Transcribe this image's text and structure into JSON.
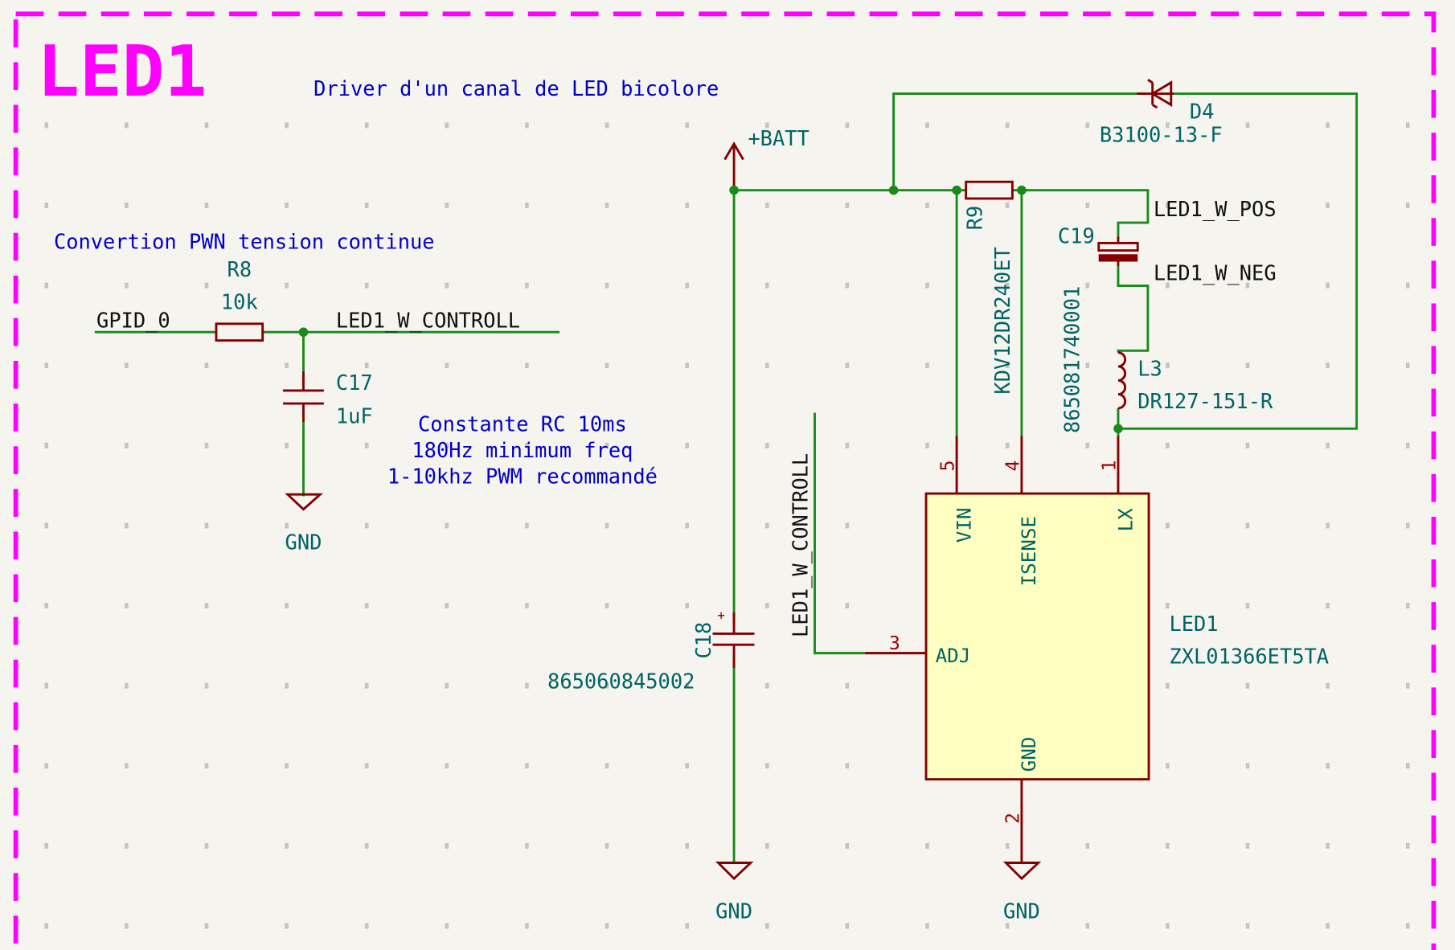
{
  "sheet_title": "LED1",
  "notes": {
    "header": "Driver d'un canal de LED bicolore",
    "pwm": "Convertion PWN tension continue",
    "rc_line1": "Constante RC 10ms",
    "rc_line2": "180Hz minimum freq",
    "rc_line3": "1-10khz PWM recommandé"
  },
  "components": {
    "r8": {
      "ref": "R8",
      "value": "10k"
    },
    "c17": {
      "ref": "C17",
      "value": "1uF"
    },
    "c18": {
      "ref": "C18",
      "value": "865060845002"
    },
    "r9": {
      "ref": "R9",
      "value": "KDV12DR240ET"
    },
    "c19": {
      "ref": "C19",
      "value": "865081740001"
    },
    "l3": {
      "ref": "L3",
      "value": "DR127-151-R"
    },
    "d4": {
      "ref": "D4",
      "value": "B3100-13-F"
    },
    "u": {
      "ref": "LED1",
      "value": "ZXL01366ET5TA",
      "pins": {
        "vin": "VIN",
        "isense": "ISENSE",
        "lx": "LX",
        "adj": "ADJ",
        "gnd": "GND"
      },
      "pin_numbers": {
        "vin": "5",
        "isense": "4",
        "lx": "1",
        "adj": "3",
        "gnd": "2"
      }
    }
  },
  "nets": {
    "gpio": "GPID_0",
    "control": "LED1_W_CONTROLL",
    "pos": "LED1_W_POS",
    "neg": "LED1_W_NEG"
  },
  "power": {
    "batt": "+BATT",
    "gnd": "GND"
  },
  "colors": {
    "wire": "#1a8a1a",
    "component": "#840000",
    "border": "#ff00ff",
    "note": "#0000c8",
    "chip_fill": "#ffffc2"
  }
}
